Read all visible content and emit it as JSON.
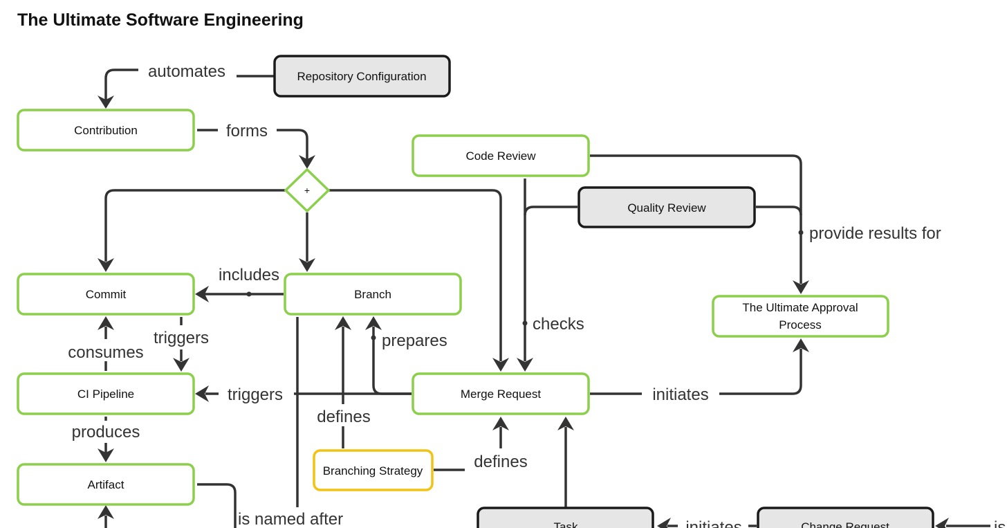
{
  "title": "The Ultimate Software Engineering",
  "colors": {
    "concept_border": "#8BCF4B",
    "external_border": "#1a1a1a",
    "external_fill": "#e6e6e6",
    "strategy_border": "#F2C313",
    "edge": "#333333"
  },
  "nodes": {
    "repository_configuration": "Repository Configuration",
    "contribution": "Contribution",
    "code_review": "Code Review",
    "quality_review": "Quality Review",
    "gateway": "+",
    "commit": "Commit",
    "branch": "Branch",
    "approval_line1": "The Ultimate Approval",
    "approval_line2": "Process",
    "ci_pipeline": "CI Pipeline",
    "merge_request": "Merge Request",
    "artifact": "Artifact",
    "branching_strategy": "Branching Strategy",
    "task": "Task",
    "change_request": "Change Request"
  },
  "edges": {
    "automates": "automates",
    "forms": "forms",
    "includes": "includes",
    "triggers_commit": "triggers",
    "consumes": "consumes",
    "triggers_mr": "triggers",
    "prepares": "prepares",
    "defines_branch": "defines",
    "defines_mr": "defines",
    "produces": "produces",
    "checks": "checks",
    "provide_results_for": "provide results for",
    "initiates_approval": "initiates",
    "initiates_task": "initiates",
    "is_named_after": "is named after",
    "is_partial": "is"
  }
}
